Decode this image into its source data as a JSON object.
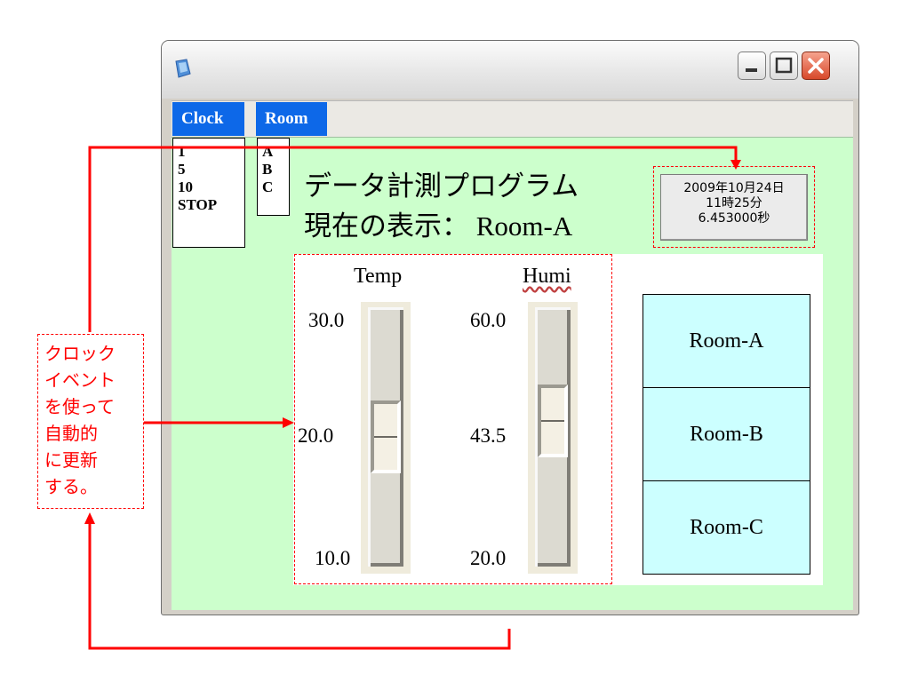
{
  "menu": {
    "clock": "Clock",
    "room": "Room"
  },
  "clock_options": [
    "1",
    "5",
    "10",
    "STOP"
  ],
  "room_options": [
    "A",
    "B",
    "C"
  ],
  "program": {
    "title": "データ計測プログラム",
    "display_label": "現在の表示：",
    "display_value": "Room-A"
  },
  "datetime": {
    "date": "2009年10月24日",
    "time": "11時25分",
    "seconds": "6.453000秒"
  },
  "temp": {
    "label": "Temp",
    "max": "30.0",
    "mid": "20.0",
    "min": "10.0",
    "level": 0.5
  },
  "humi": {
    "label": "Humi",
    "max": "60.0",
    "mid": "43.5",
    "min": "20.0",
    "level": 0.5875
  },
  "rooms": [
    "Room-A",
    "Room-B",
    "Room-C"
  ],
  "callout_lines": [
    "クロック",
    "イベント",
    "を使って",
    "自動的",
    "に更新",
    "する。"
  ],
  "colors": {
    "menu_highlight": "#0d68e8",
    "client_bg": "#ccffcc",
    "room_button_bg": "#ccffff",
    "annotation_red": "#ff0000"
  },
  "icons": [
    "app-icon",
    "minimize-icon",
    "maximize-icon",
    "close-icon"
  ]
}
